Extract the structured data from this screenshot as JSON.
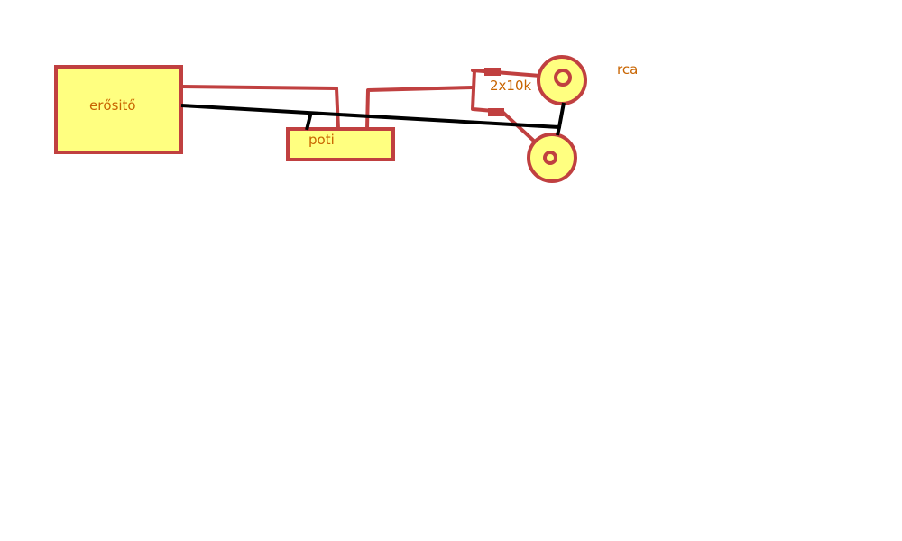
{
  "labels": {
    "amplifier": "erősitő",
    "potentiometer": "poti",
    "resistors": "2x10k",
    "connector": "rca"
  },
  "colors": {
    "fill": "#ffff80",
    "stroke": "#c04040",
    "text": "#c86400",
    "ground": "#000000"
  }
}
